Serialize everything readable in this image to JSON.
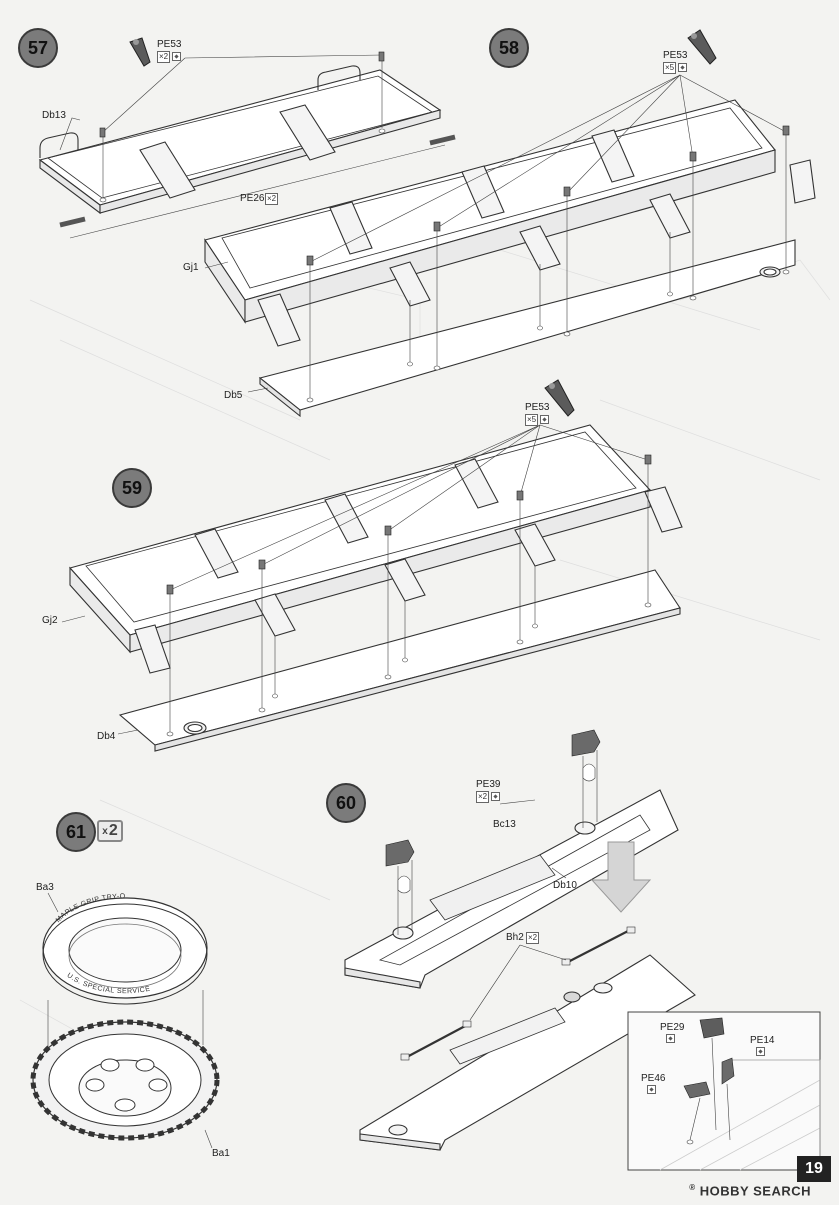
{
  "steps": {
    "s57": {
      "number": "57"
    },
    "s58": {
      "number": "58"
    },
    "s59": {
      "number": "59"
    },
    "s60": {
      "number": "60"
    },
    "s61": {
      "number": "61",
      "multiplier": "2",
      "multiplier_prefix": "x"
    }
  },
  "parts": {
    "pe53_a": {
      "label": "PE53",
      "qty": "×2"
    },
    "db13": {
      "label": "Db13"
    },
    "pe26": {
      "label": "PE26",
      "qty": "×2"
    },
    "pe53_b": {
      "label": "PE53",
      "qty": "×5"
    },
    "gj1": {
      "label": "Gj1"
    },
    "db5": {
      "label": "Db5"
    },
    "pe53_c": {
      "label": "PE53",
      "qty": "×5"
    },
    "gj2": {
      "label": "Gj2"
    },
    "db4": {
      "label": "Db4"
    },
    "pe39": {
      "label": "PE39",
      "qty": "×2"
    },
    "bc13": {
      "label": "Bc13"
    },
    "db10": {
      "label": "Db10"
    },
    "bh2": {
      "label": "Bh2",
      "qty": "×2"
    },
    "pe29": {
      "label": "PE29"
    },
    "pe14": {
      "label": "PE14"
    },
    "pe46": {
      "label": "PE46"
    },
    "ba3": {
      "label": "Ba3"
    },
    "ba1": {
      "label": "Ba1"
    }
  },
  "page": {
    "number": "19"
  },
  "watermark": {
    "text": "HOBBY SEARCH",
    "mark": "®"
  }
}
